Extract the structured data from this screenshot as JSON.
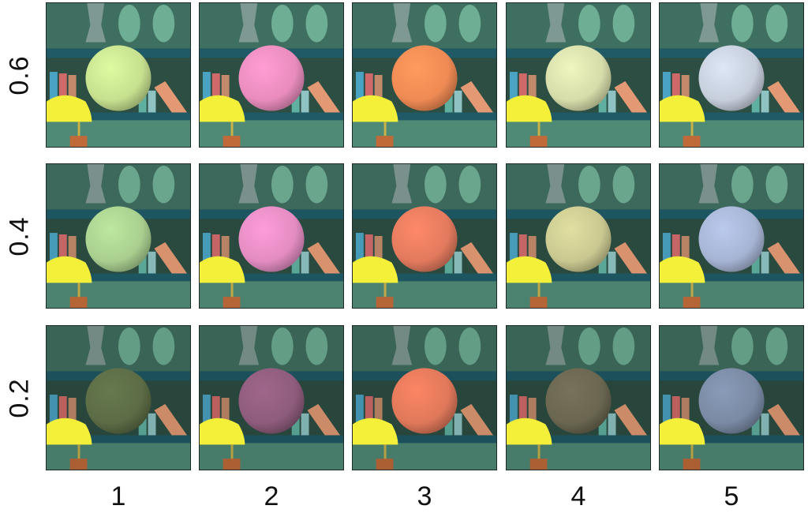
{
  "rows": [
    {
      "label": "0.6",
      "lightness": 0.6,
      "sphere_colors": [
        "#c6e08f",
        "#e98cbd",
        "#ef8a54",
        "#d6dcaa",
        "#c6cedc"
      ]
    },
    {
      "label": "0.4",
      "lightness": 0.4,
      "sphere_colors": [
        "#a9cf8f",
        "#e38cc2",
        "#e37a5e",
        "#c9c890",
        "#a6b4d4"
      ]
    },
    {
      "label": "0.2",
      "lightness": 0.2,
      "sphere_colors": [
        "#5c6c46",
        "#8e5c7c",
        "#e0785a",
        "#6a6650",
        "#7a8aa4"
      ]
    }
  ],
  "columns": [
    {
      "label": "1"
    },
    {
      "label": "2"
    },
    {
      "label": "3"
    },
    {
      "label": "4"
    },
    {
      "label": "5"
    }
  ],
  "scene": {
    "wall_color": "#3f6f60",
    "shelf_color": "#1f5a66",
    "lamp_color": "#f4f03a",
    "pot_color": "#c06a3a"
  }
}
